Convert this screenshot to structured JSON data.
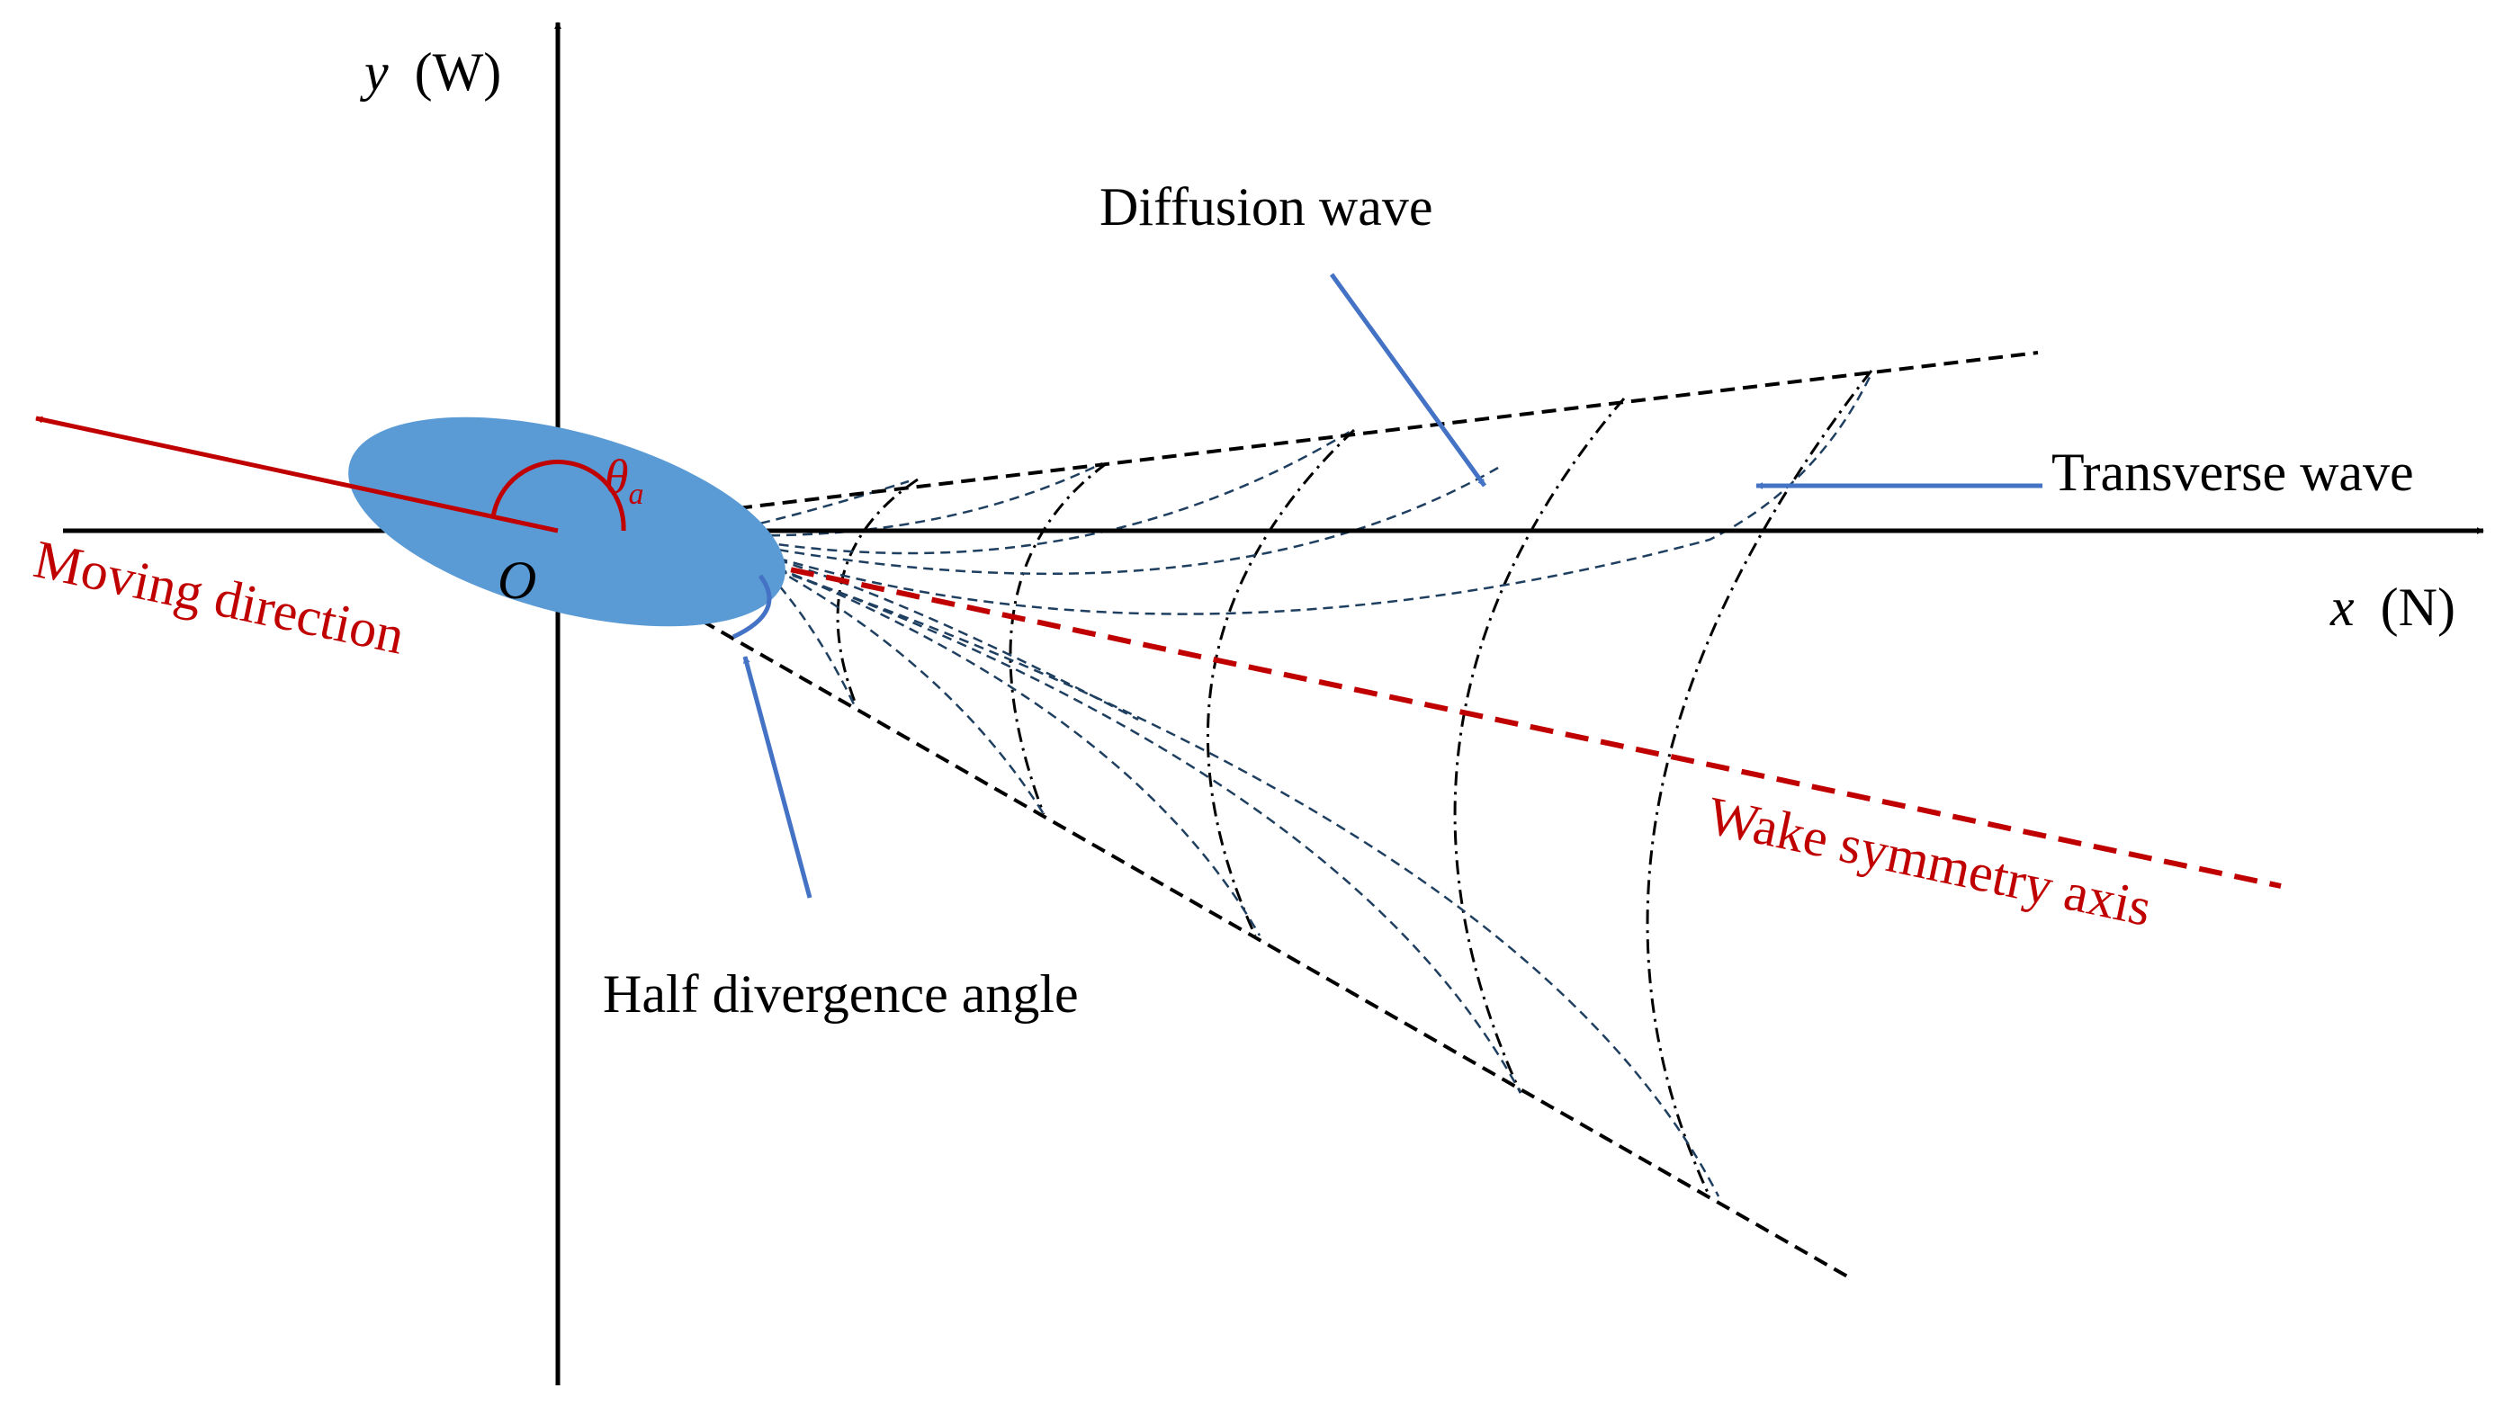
{
  "labels": {
    "y_axis_var": "y",
    "y_axis_unit": "(W)",
    "x_axis_var": "x",
    "x_axis_unit": "(N)",
    "origin": "O",
    "theta": "θ",
    "theta_sub": "a",
    "moving_direction": "Moving direction",
    "diffusion_wave": "Diffusion wave",
    "transverse_wave": "Transverse wave",
    "wake_symmetry_axis": "Wake symmetry axis",
    "half_divergence_angle": "Half divergence angle"
  },
  "colors": {
    "axis": "#000000",
    "vessel": "#5b9bd5",
    "moving_direction": "#c00000",
    "wake_axis": "#c00000",
    "pointer_arrows": "#4472c4",
    "wake_lines": "#1f3f60",
    "boundary_lines": "#000000"
  }
}
